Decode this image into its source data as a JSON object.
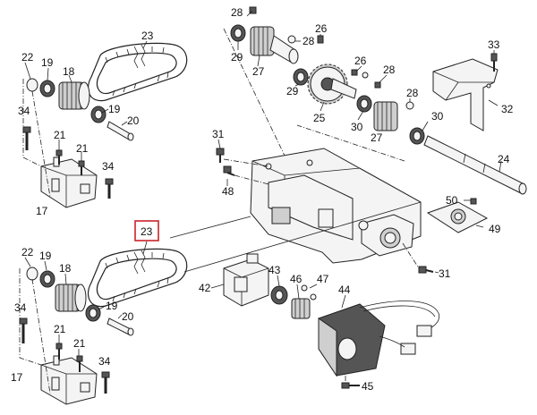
{
  "callouts": {
    "c22a": "22",
    "c19a": "19",
    "c18a": "18",
    "c23a": "23",
    "c19b": "19",
    "c20a": "20",
    "c34a": "34",
    "c21a": "21",
    "c21b": "21",
    "c34b": "34",
    "c17a": "17",
    "c28a": "28",
    "c29a": "29",
    "c27a": "27",
    "c28b": "28",
    "c29b": "29",
    "c26a": "26",
    "c26b": "26",
    "c25": "25",
    "c28c": "28",
    "c28d": "28",
    "c30a": "30",
    "c27b": "27",
    "c30b": "30",
    "c33": "33",
    "c32": "32",
    "c31a": "31",
    "c48": "48",
    "c24": "24",
    "c50": "50",
    "c49": "49",
    "c23b": "23",
    "c22b": "22",
    "c19c": "19",
    "c18b": "18",
    "c19d": "19",
    "c20b": "20",
    "c34c": "34",
    "c21c": "21",
    "c21d": "21",
    "c34d": "34",
    "c17b": "17",
    "c42": "42",
    "c43": "43",
    "c46": "46",
    "c47": "47",
    "c44": "44",
    "c31b": "31",
    "c45": "45"
  },
  "highlight": {
    "label": "23",
    "color": "#c8242b"
  }
}
